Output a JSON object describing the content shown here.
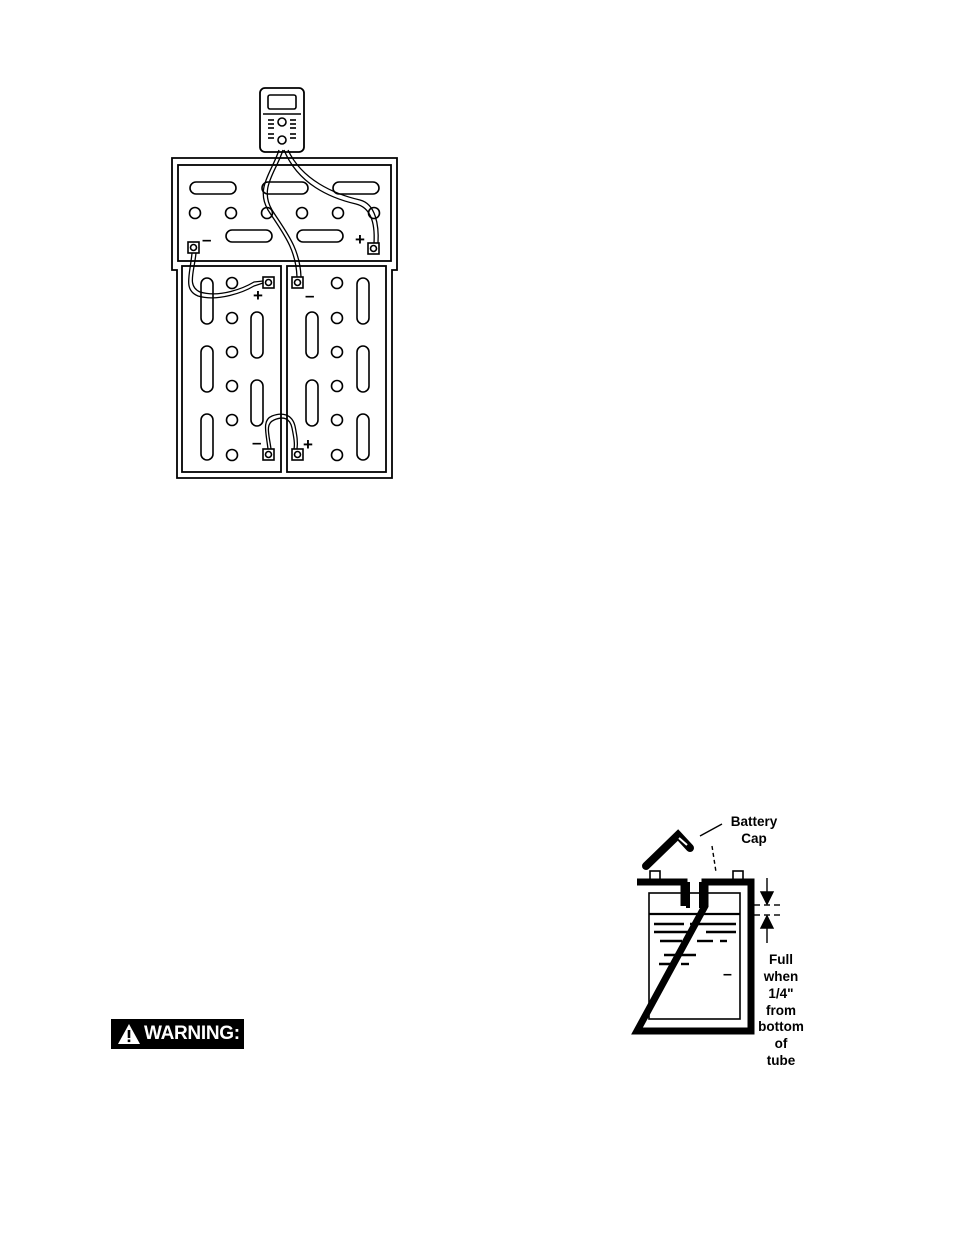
{
  "wiring_diagram": {
    "labels": {
      "top_battery_negative": "–",
      "top_battery_positive": "+",
      "left_battery_top_positive": "+",
      "right_battery_top_negative": "–",
      "left_battery_bottom_negative": "–",
      "right_battery_bottom_positive": "+"
    }
  },
  "battery_cell_diagram": {
    "cap_label": [
      "Battery",
      "Cap"
    ],
    "full_label": [
      "Full",
      "when",
      "1/4\"",
      "from",
      "bottom",
      "of",
      "tube"
    ],
    "electrolyte_mark": "–"
  },
  "warning": {
    "label": "WARNING:",
    "icon": "warning-triangle-icon"
  }
}
